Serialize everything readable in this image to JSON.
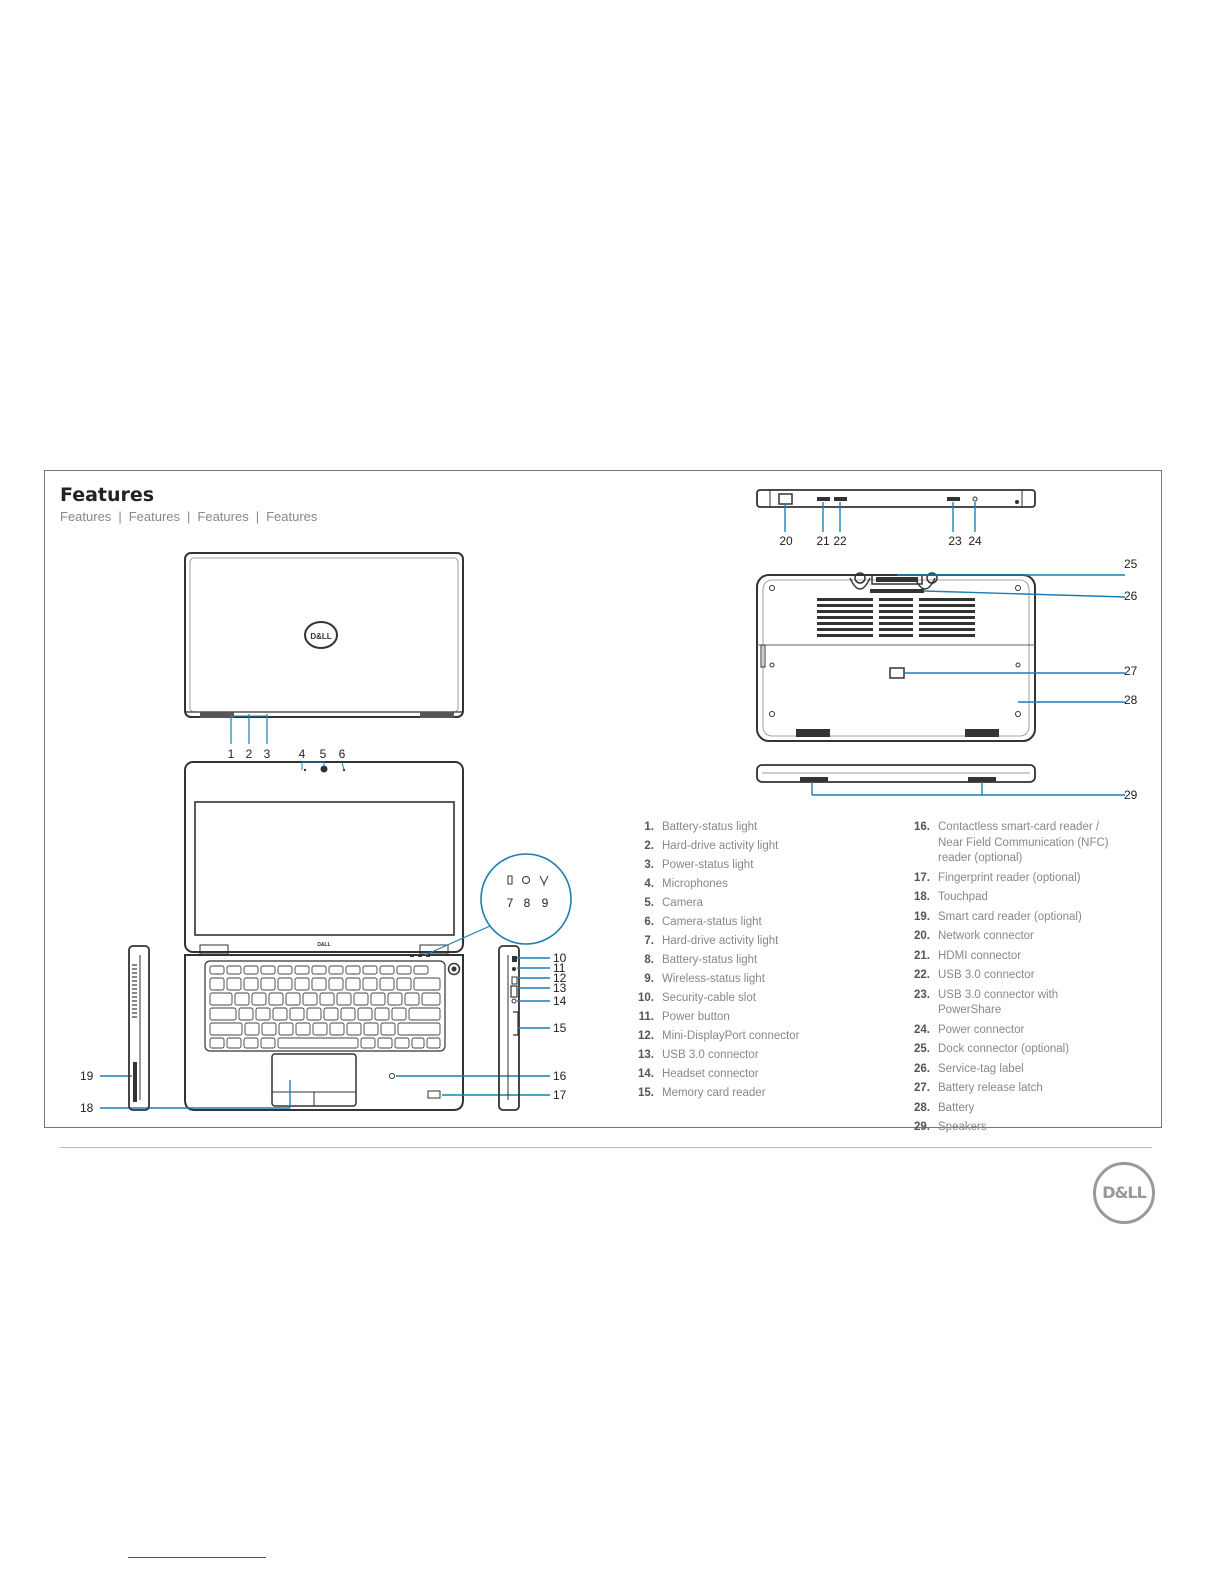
{
  "header": {
    "title": "Features",
    "subtitle": [
      "Features",
      "Features",
      "Features",
      "Features"
    ],
    "subtitle_sep": "|"
  },
  "callouts": {
    "lid": [
      "1",
      "2",
      "3"
    ],
    "display": [
      "4",
      "5",
      "6"
    ],
    "status": [
      "7",
      "8",
      "9"
    ],
    "right_side": [
      "10",
      "11",
      "12",
      "13",
      "14",
      "15"
    ],
    "palmrest": [
      "16",
      "17",
      "18"
    ],
    "left_side": [
      "19"
    ],
    "rear": [
      "20",
      "21",
      "22",
      "23",
      "24"
    ],
    "bottom": [
      "25",
      "26",
      "27",
      "28"
    ],
    "front": [
      "29"
    ]
  },
  "logo": {
    "laptop_lid": "D&LL",
    "bezel": "D&LL",
    "brand": "D&LL"
  },
  "legend_left": [
    {
      "num": "1.",
      "label": "Battery-status light"
    },
    {
      "num": "2.",
      "label": "Hard-drive activity light"
    },
    {
      "num": "3.",
      "label": "Power-status light"
    },
    {
      "num": "4.",
      "label": "Microphones"
    },
    {
      "num": "5.",
      "label": "Camera"
    },
    {
      "num": "6.",
      "label": "Camera-status light"
    },
    {
      "num": "7.",
      "label": "Hard-drive activity light"
    },
    {
      "num": "8.",
      "label": "Battery-status light"
    },
    {
      "num": "9.",
      "label": "Wireless-status light"
    },
    {
      "num": "10.",
      "label": "Security-cable slot"
    },
    {
      "num": "11.",
      "label": "Power button"
    },
    {
      "num": "12.",
      "label": "Mini-DisplayPort connector"
    },
    {
      "num": "13.",
      "label": "USB 3.0 connector"
    },
    {
      "num": "14.",
      "label": "Headset connector"
    },
    {
      "num": "15.",
      "label": "Memory card reader"
    }
  ],
  "legend_right": [
    {
      "num": "16.",
      "label": "Contactless smart-card reader /",
      "cont": [
        "Near Field Communication (NFC)",
        "reader (optional)"
      ]
    },
    {
      "num": "17.",
      "label": "Fingerprint reader (optional)"
    },
    {
      "num": "18.",
      "label": "Touchpad"
    },
    {
      "num": "19.",
      "label": "Smart card reader (optional)"
    },
    {
      "num": "20.",
      "label": "Network connector"
    },
    {
      "num": "21.",
      "label": "HDMI connector"
    },
    {
      "num": "22.",
      "label": "USB 3.0 connector"
    },
    {
      "num": "23.",
      "label": "USB 3.0 connector with",
      "cont": [
        "PowerShare"
      ]
    },
    {
      "num": "24.",
      "label": "Power connector"
    },
    {
      "num": "25.",
      "label": "Dock connector (optional)"
    },
    {
      "num": "26.",
      "label": "Service-tag label"
    },
    {
      "num": "27.",
      "label": "Battery release latch"
    },
    {
      "num": "28.",
      "label": "Battery"
    },
    {
      "num": "29.",
      "label": "Speakers"
    }
  ]
}
